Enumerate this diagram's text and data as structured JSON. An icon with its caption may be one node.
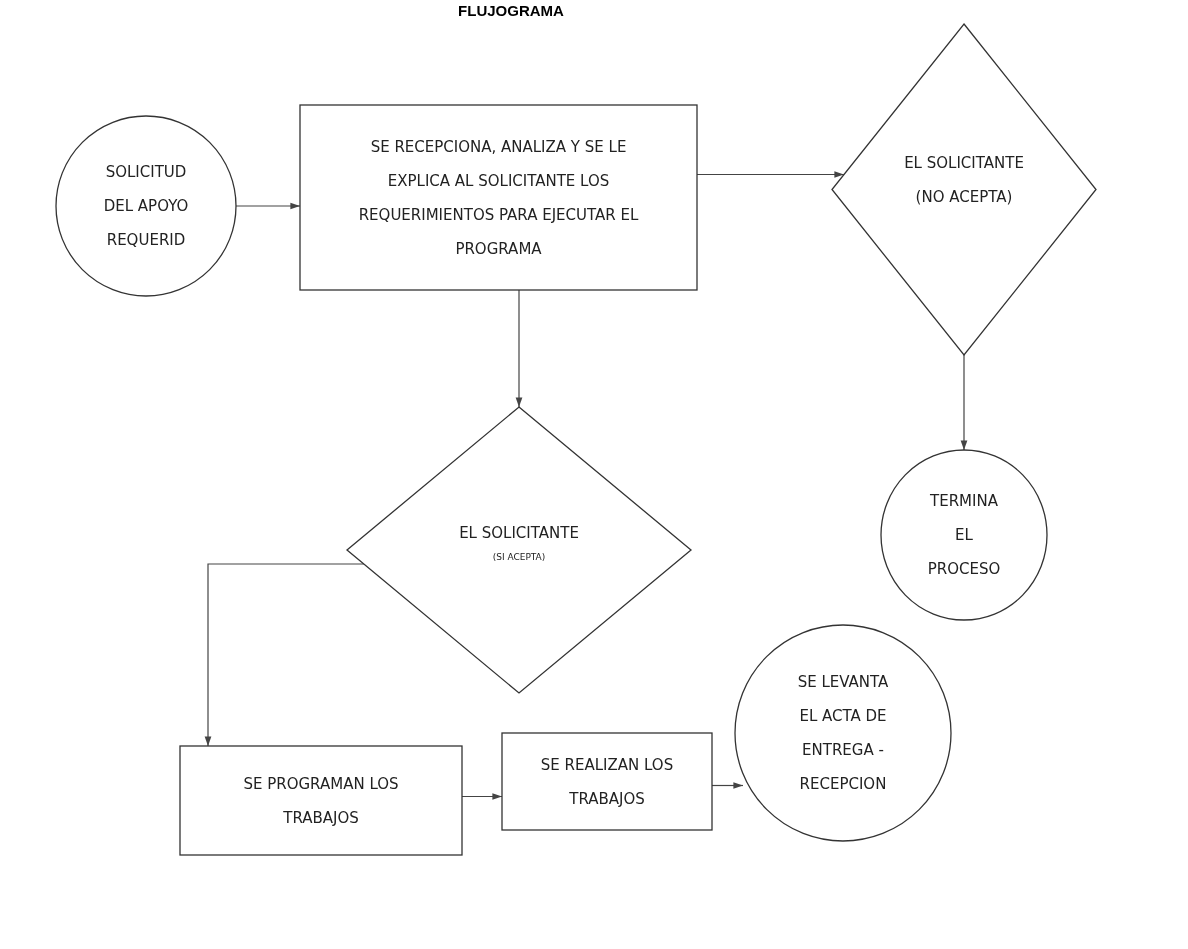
{
  "diagram": {
    "title": "FLUJOGRAMA",
    "nodes": [
      {
        "text": [
          "SOLICITUD DEL APOYO REQUERID"
        ]
      },
      {
        "text": [
          "SE RECEPCIONA, ANALIZA Y SE LE EXPLICA AL SOLICITANTE LOS REQUERIMIENTOS PARA EJECUTAR EL PROGRAMA"
        ]
      },
      {
        "text": [
          "EL SOLICITANTE (NO ACEPTA)"
        ]
      },
      {
        "text": [
          "TERMINA EL PROCESO"
        ]
      },
      {
        "text": [
          "EL SOLICITANTE",
          "(SI ACEPTA)"
        ]
      },
      {
        "text": [
          "SE PROGRAMAN LOS TRABAJOS"
        ]
      },
      {
        "text": [
          "SE REALIZAN LOS TRABAJOS"
        ]
      },
      {
        "text": [
          "SE LEVANTA EL ACTA DE ENTREGA - RECEPCION"
        ]
      }
    ],
    "edges": [
      {
        "from": 0,
        "to": 1,
        "arrow": "to"
      },
      {
        "from": 1,
        "to": 2,
        "arrow": "to"
      },
      {
        "from": 1,
        "to": 4,
        "arrow": "to"
      },
      {
        "from": 2,
        "to": 3,
        "arrow": "to"
      },
      {
        "from": 4,
        "to": 5,
        "arrow": "to"
      },
      {
        "from": 5,
        "to": 6,
        "arrow": "to"
      },
      {
        "from": 6,
        "to": 7,
        "arrow": "to"
      }
    ]
  }
}
